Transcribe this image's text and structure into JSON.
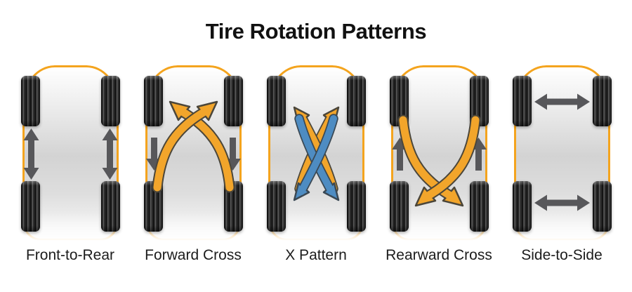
{
  "title": "Tire Rotation Patterns",
  "patterns": [
    {
      "label": "Front-to-Rear",
      "arrows": {
        "type": "same-side-swap",
        "icons": [
          "vertical-double-arrow",
          "vertical-double-arrow"
        ],
        "color": "#57575A"
      }
    },
    {
      "label": "Forward Cross",
      "arrows": {
        "type": "rear-to-opposite-front-cross",
        "cross_color": "#F2A52B",
        "straight_color": "#57575A",
        "straight_direction": "down"
      }
    },
    {
      "label": "X Pattern",
      "arrows": {
        "type": "full-cross",
        "up_cross_color": "#F2A52B",
        "down_cross_color": "#4E8CC2"
      }
    },
    {
      "label": "Rearward Cross",
      "arrows": {
        "type": "front-to-opposite-rear-cross",
        "cross_color": "#F2A52B",
        "straight_color": "#57575A",
        "straight_direction": "up"
      }
    },
    {
      "label": "Side-to-Side",
      "arrows": {
        "type": "same-axle-swap",
        "icons": [
          "horizontal-double-arrow",
          "horizontal-double-arrow"
        ],
        "color": "#57575A"
      }
    }
  ],
  "colors": {
    "title_text": "#111111",
    "label_text": "#1c1c1c",
    "car_outline_orange": "#F4A41E",
    "arrow_orange": "#F2A52B",
    "arrow_orange_outline": "#4B463A",
    "arrow_blue": "#4E8CC2",
    "arrow_blue_outline": "#3A4854",
    "arrow_gray": "#57575A",
    "tire_dark": "#262626",
    "body_gradient_dark": "#D3D3D3"
  }
}
